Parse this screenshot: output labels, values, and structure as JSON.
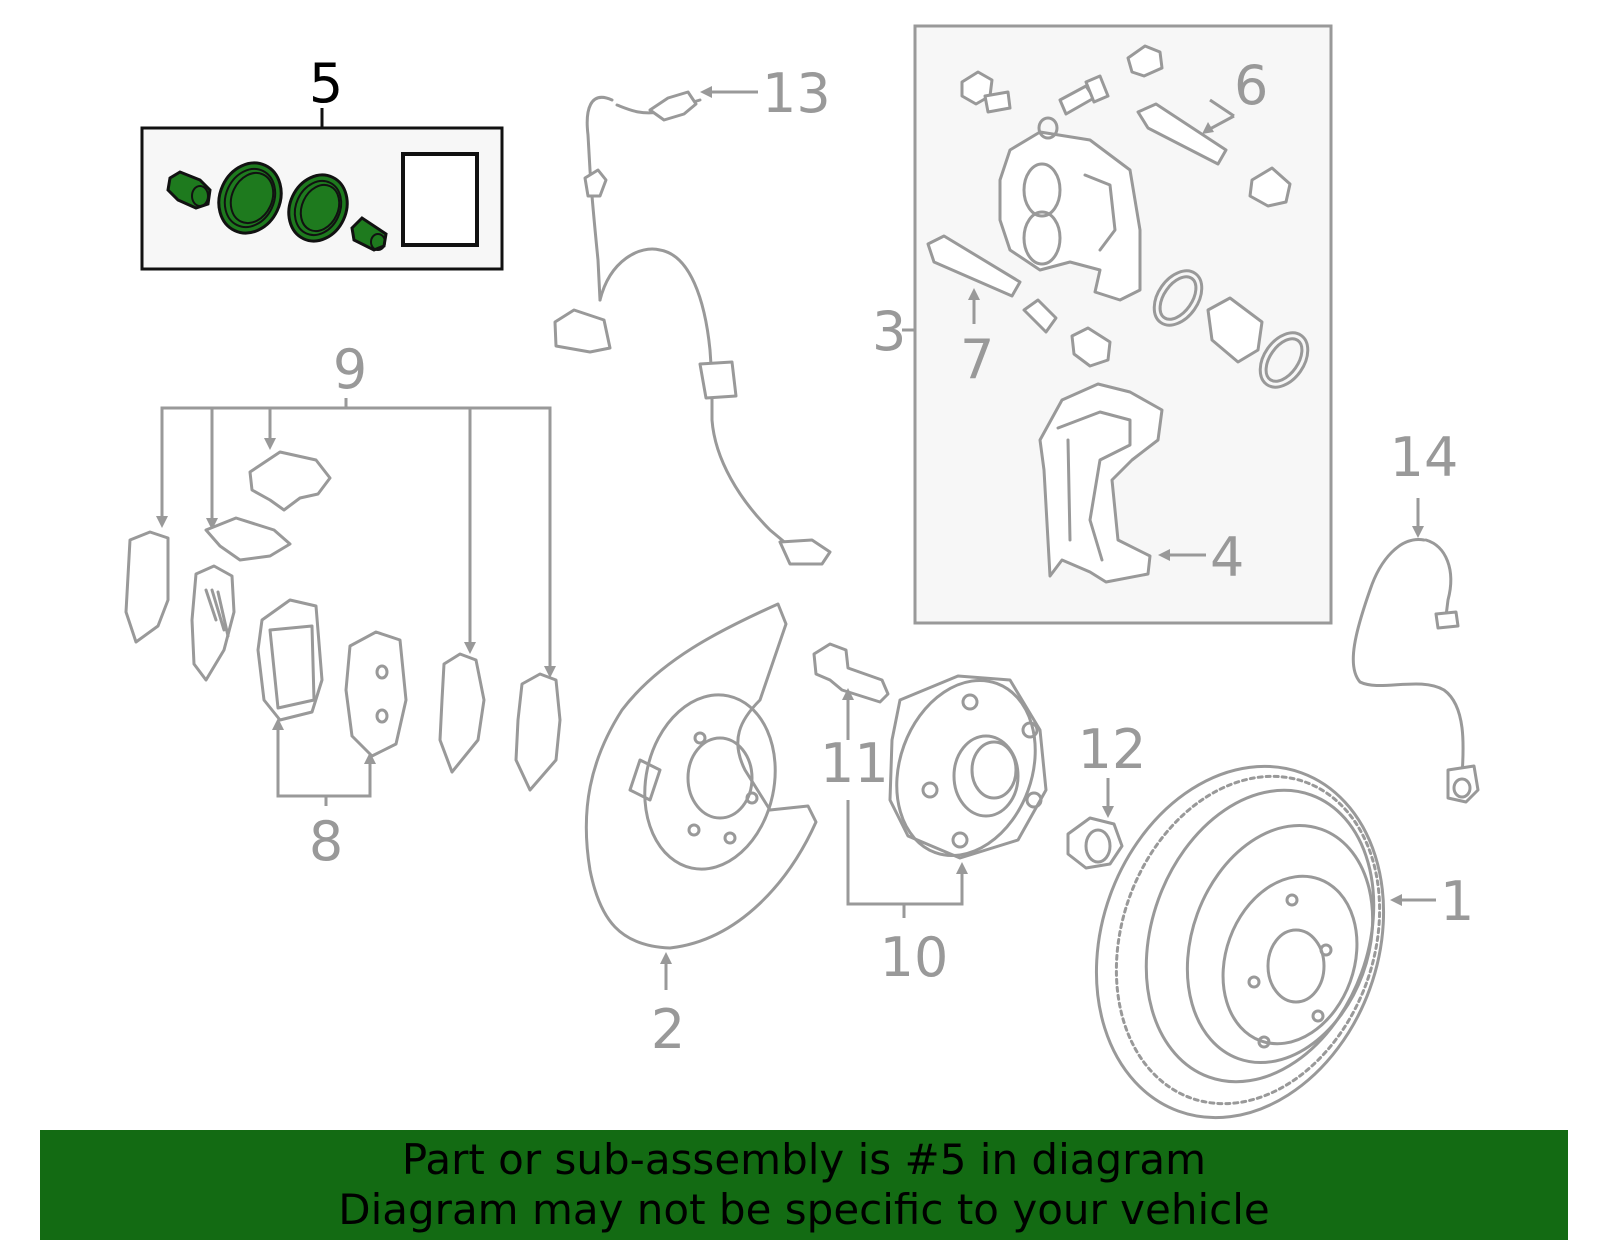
{
  "callouts": {
    "c1": "1",
    "c2": "2",
    "c3": "3",
    "c4": "4",
    "c5": "5",
    "c6": "6",
    "c7": "7",
    "c8": "8",
    "c9": "9",
    "c10": "10",
    "c11": "11",
    "c12": "12",
    "c13": "13",
    "c14": "14"
  },
  "banner": {
    "line1": "Part or sub-assembly is #5 in diagram",
    "line2": "Diagram may not be specific to your vehicle"
  },
  "colors": {
    "highlight": "#1e7a1e",
    "banner_bg": "#136b13",
    "line": "#999999"
  }
}
